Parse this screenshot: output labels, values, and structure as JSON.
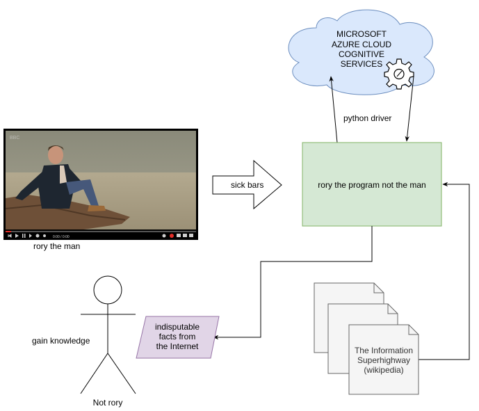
{
  "cloud": {
    "lines": [
      "MICROSOFT",
      "AZURE CLOUD",
      "COGNITIVE",
      "SERVICES"
    ],
    "fill": "#dae8fc",
    "stroke": "#6c8ebf"
  },
  "video": {
    "caption": "rory the man",
    "player_time": "0:00 / 0:00"
  },
  "arrow_block": {
    "label": "sick bars"
  },
  "edges": {
    "python_driver": "python driver"
  },
  "program_box": {
    "label": "rory the program not the man",
    "fill": "#d5e8d4",
    "stroke": "#82b366"
  },
  "actor": {
    "action_label": "gain knowledge",
    "name": "Not rory"
  },
  "facts": {
    "lines": [
      "indisputable",
      "facts from",
      "the Internet"
    ],
    "fill": "#e1d5e7",
    "stroke": "#9673a6"
  },
  "documents": {
    "lines": [
      "The Information",
      "Superhighway",
      "(wikipedia)"
    ],
    "fill": "#f5f5f5",
    "stroke": "#666666"
  }
}
